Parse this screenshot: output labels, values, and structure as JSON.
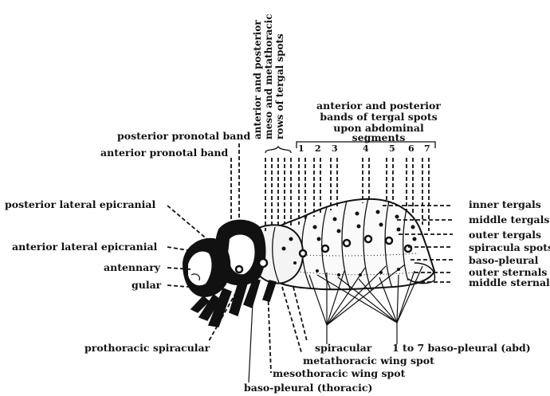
{
  "vertical_labels": {
    "line1": "anterior and posterior",
    "line2": "meso and metathoracic",
    "line3": "rows of tergal spots"
  },
  "top_label": {
    "line1": "anterior and posterior",
    "line2": "bands of tergal spots",
    "line3": "upon abdominal",
    "line4": "segments"
  },
  "segment_numbers": [
    "1",
    "2",
    "3",
    "4",
    "5",
    "6",
    "7"
  ],
  "left_labels": {
    "posterior_pronotal_band": "posterior pronotal band",
    "anterior_pronotal_band": "anterior pronotal band",
    "posterior_lateral_epicranial": "posterior lateral epicranial",
    "anterior_lateral_epicranial": "anterior lateral epicranial",
    "antennary": "antennary",
    "gular": "gular"
  },
  "right_labels": {
    "inner_tergals": "inner tergals",
    "middle_tergals": "middle tergals",
    "outer_tergals": "outer tergals",
    "spiracula_spots": "spiracula spots",
    "baso_pleural": "baso-pleural",
    "outer_sternals": "outer sternals",
    "middle_sternals": "middle sternals"
  },
  "bottom_labels": {
    "prothoracic_spiracular": "prothoracic spiracular",
    "spiracular": "spiracular",
    "baso_pleural_abd": "1 to 7 baso-pleural (abd)",
    "metathoracic_wing_spot": "metathoracic wing spot",
    "mesothoracic_wing_spot": "mesothoracic wing spot",
    "baso_pleural_thoracic": "baso-pleural (thoracic)"
  }
}
